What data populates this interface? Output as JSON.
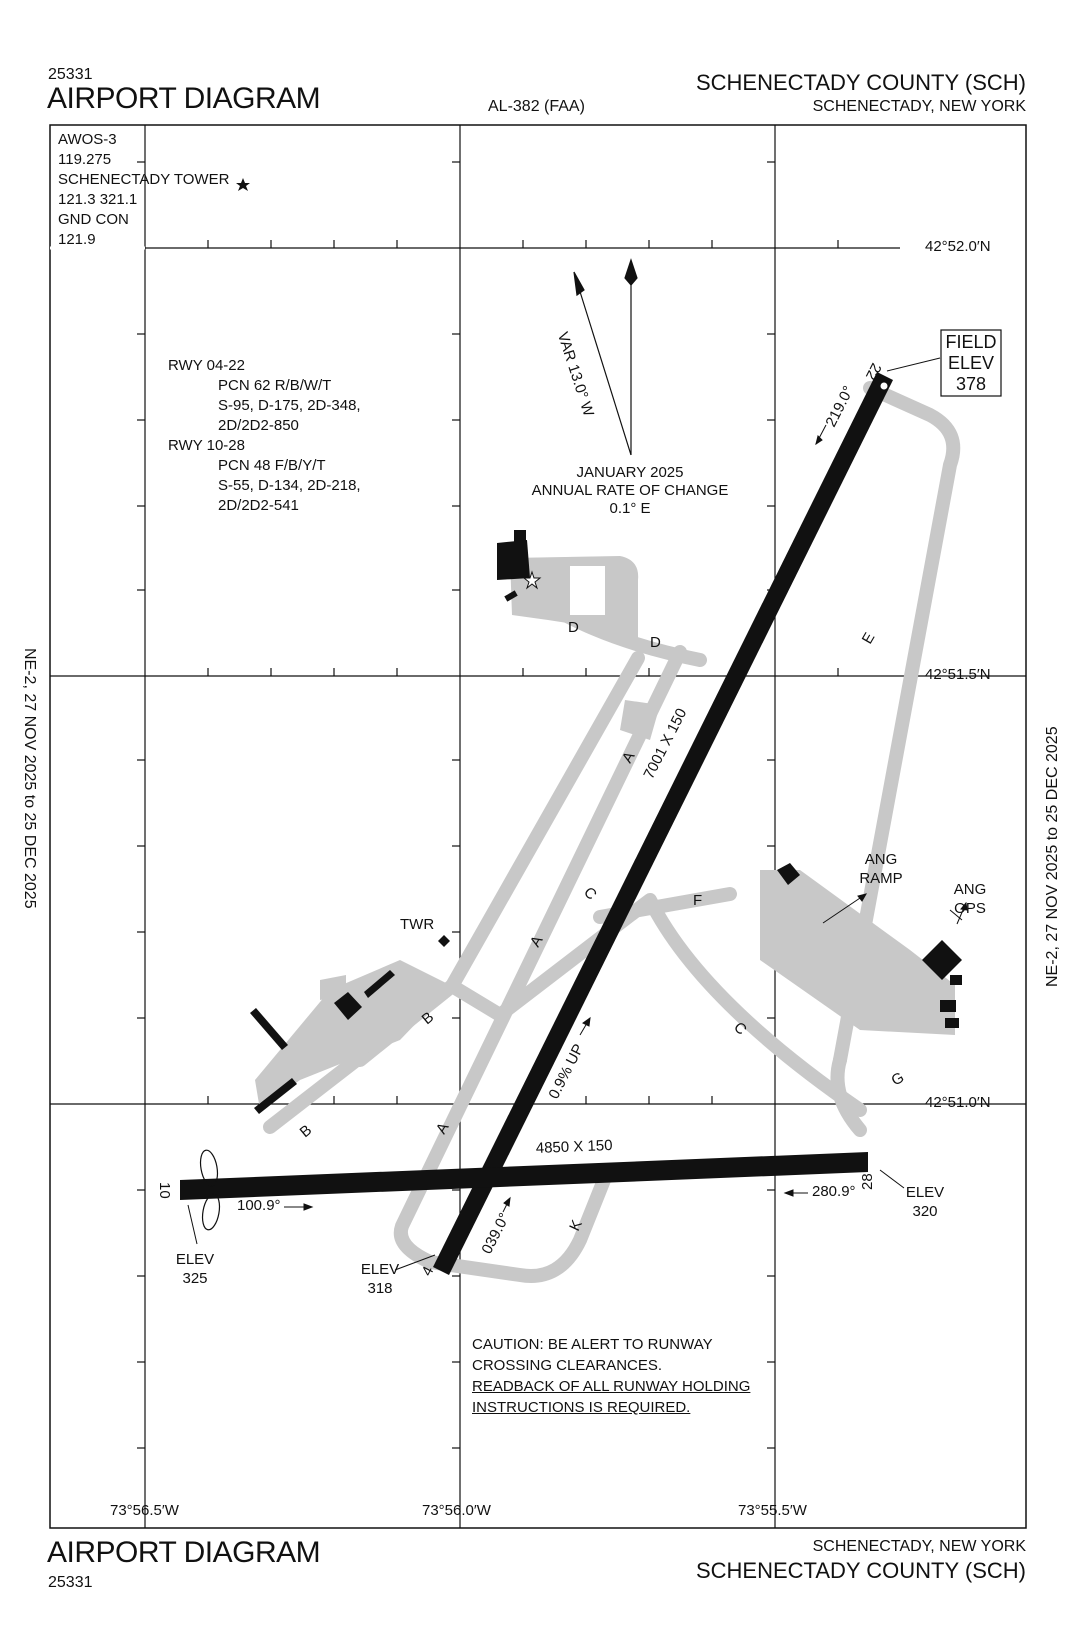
{
  "header": {
    "procedure_number": "25331",
    "title": "AIRPORT DIAGRAM",
    "doc_id": "AL-382 (FAA)",
    "airport_name": "SCHENECTADY COUNTY (SCH)",
    "location": "SCHENECTADY, NEW YORK"
  },
  "footer": {
    "procedure_number": "25331",
    "title": "AIRPORT DIAGRAM",
    "airport_name": "SCHENECTADY COUNTY (SCH)",
    "location": "SCHENECTADY, NEW YORK"
  },
  "side_labels": {
    "left": "NE-2, 27 NOV 2025 to 25 DEC 2025",
    "right": "NE-2, 27 NOV 2025 to 25 DEC 2025"
  },
  "frequencies": {
    "line1": "AWOS-3",
    "line2": "119.275",
    "line3": "SCHENECTADY TOWER",
    "line4": "121.3  321.1",
    "line5": "GND CON",
    "line6": "121.9"
  },
  "runway_info": {
    "rwy1": "RWY  04-22",
    "rwy1_l1": "PCN 62 R/B/W/T",
    "rwy1_l2": "S-95, D-175, 2D-348,",
    "rwy1_l3": "2D/2D2-850",
    "rwy2": "RWY  10-28",
    "rwy2_l1": "PCN 48 F/B/Y/T",
    "rwy2_l2": "S-55, D-134, 2D-218,",
    "rwy2_l3": "2D/2D2-541"
  },
  "magnetic": {
    "var": "VAR 13.0° W",
    "date": "JANUARY 2025",
    "rate_label": "ANNUAL RATE OF CHANGE",
    "rate": "0.1° E"
  },
  "field_elev": {
    "l1": "FIELD",
    "l2": "ELEV",
    "l3": "378"
  },
  "latitudes": [
    "42°52.0′N",
    "42°51.5′N",
    "42°51.0′N"
  ],
  "longitudes": [
    "73°56.5′W",
    "73°56.0′W",
    "73°55.5′W"
  ],
  "runways": {
    "rwy_04_22_dims": "7001 X 150",
    "rwy_10_28_dims": "4850 X 150",
    "hdg_219": "219.0°",
    "hdg_039": "039.0°",
    "hdg_100": "100.9°",
    "hdg_280": "280.9°",
    "slope": "0.9% UP",
    "end_22": "22",
    "end_4": "4",
    "end_10": "10",
    "end_28": "28"
  },
  "elevations": {
    "e10_l1": "ELEV",
    "e10_l2": "325",
    "e4_l1": "ELEV",
    "e4_l2": "318",
    "e28_l1": "ELEV",
    "e28_l2": "320"
  },
  "taxiways": {
    "d1": "D",
    "d2": "D",
    "e": "E",
    "a1": "A",
    "a2": "A",
    "a3": "A",
    "c1": "C",
    "c2": "C",
    "f": "F",
    "g": "G",
    "b1": "B",
    "b2": "B",
    "k": "K"
  },
  "labels": {
    "twr": "TWR",
    "ang_ramp_l1": "ANG",
    "ang_ramp_l2": "RAMP",
    "ang_ops_l1": "ANG",
    "ang_ops_l2": "OPS"
  },
  "caution": {
    "l1": "CAUTION:  BE ALERT TO RUNWAY",
    "l2": "CROSSING CLEARANCES.",
    "l3": "READBACK OF ALL RUNWAY HOLDING",
    "l4": "INSTRUCTIONS IS REQUIRED."
  }
}
